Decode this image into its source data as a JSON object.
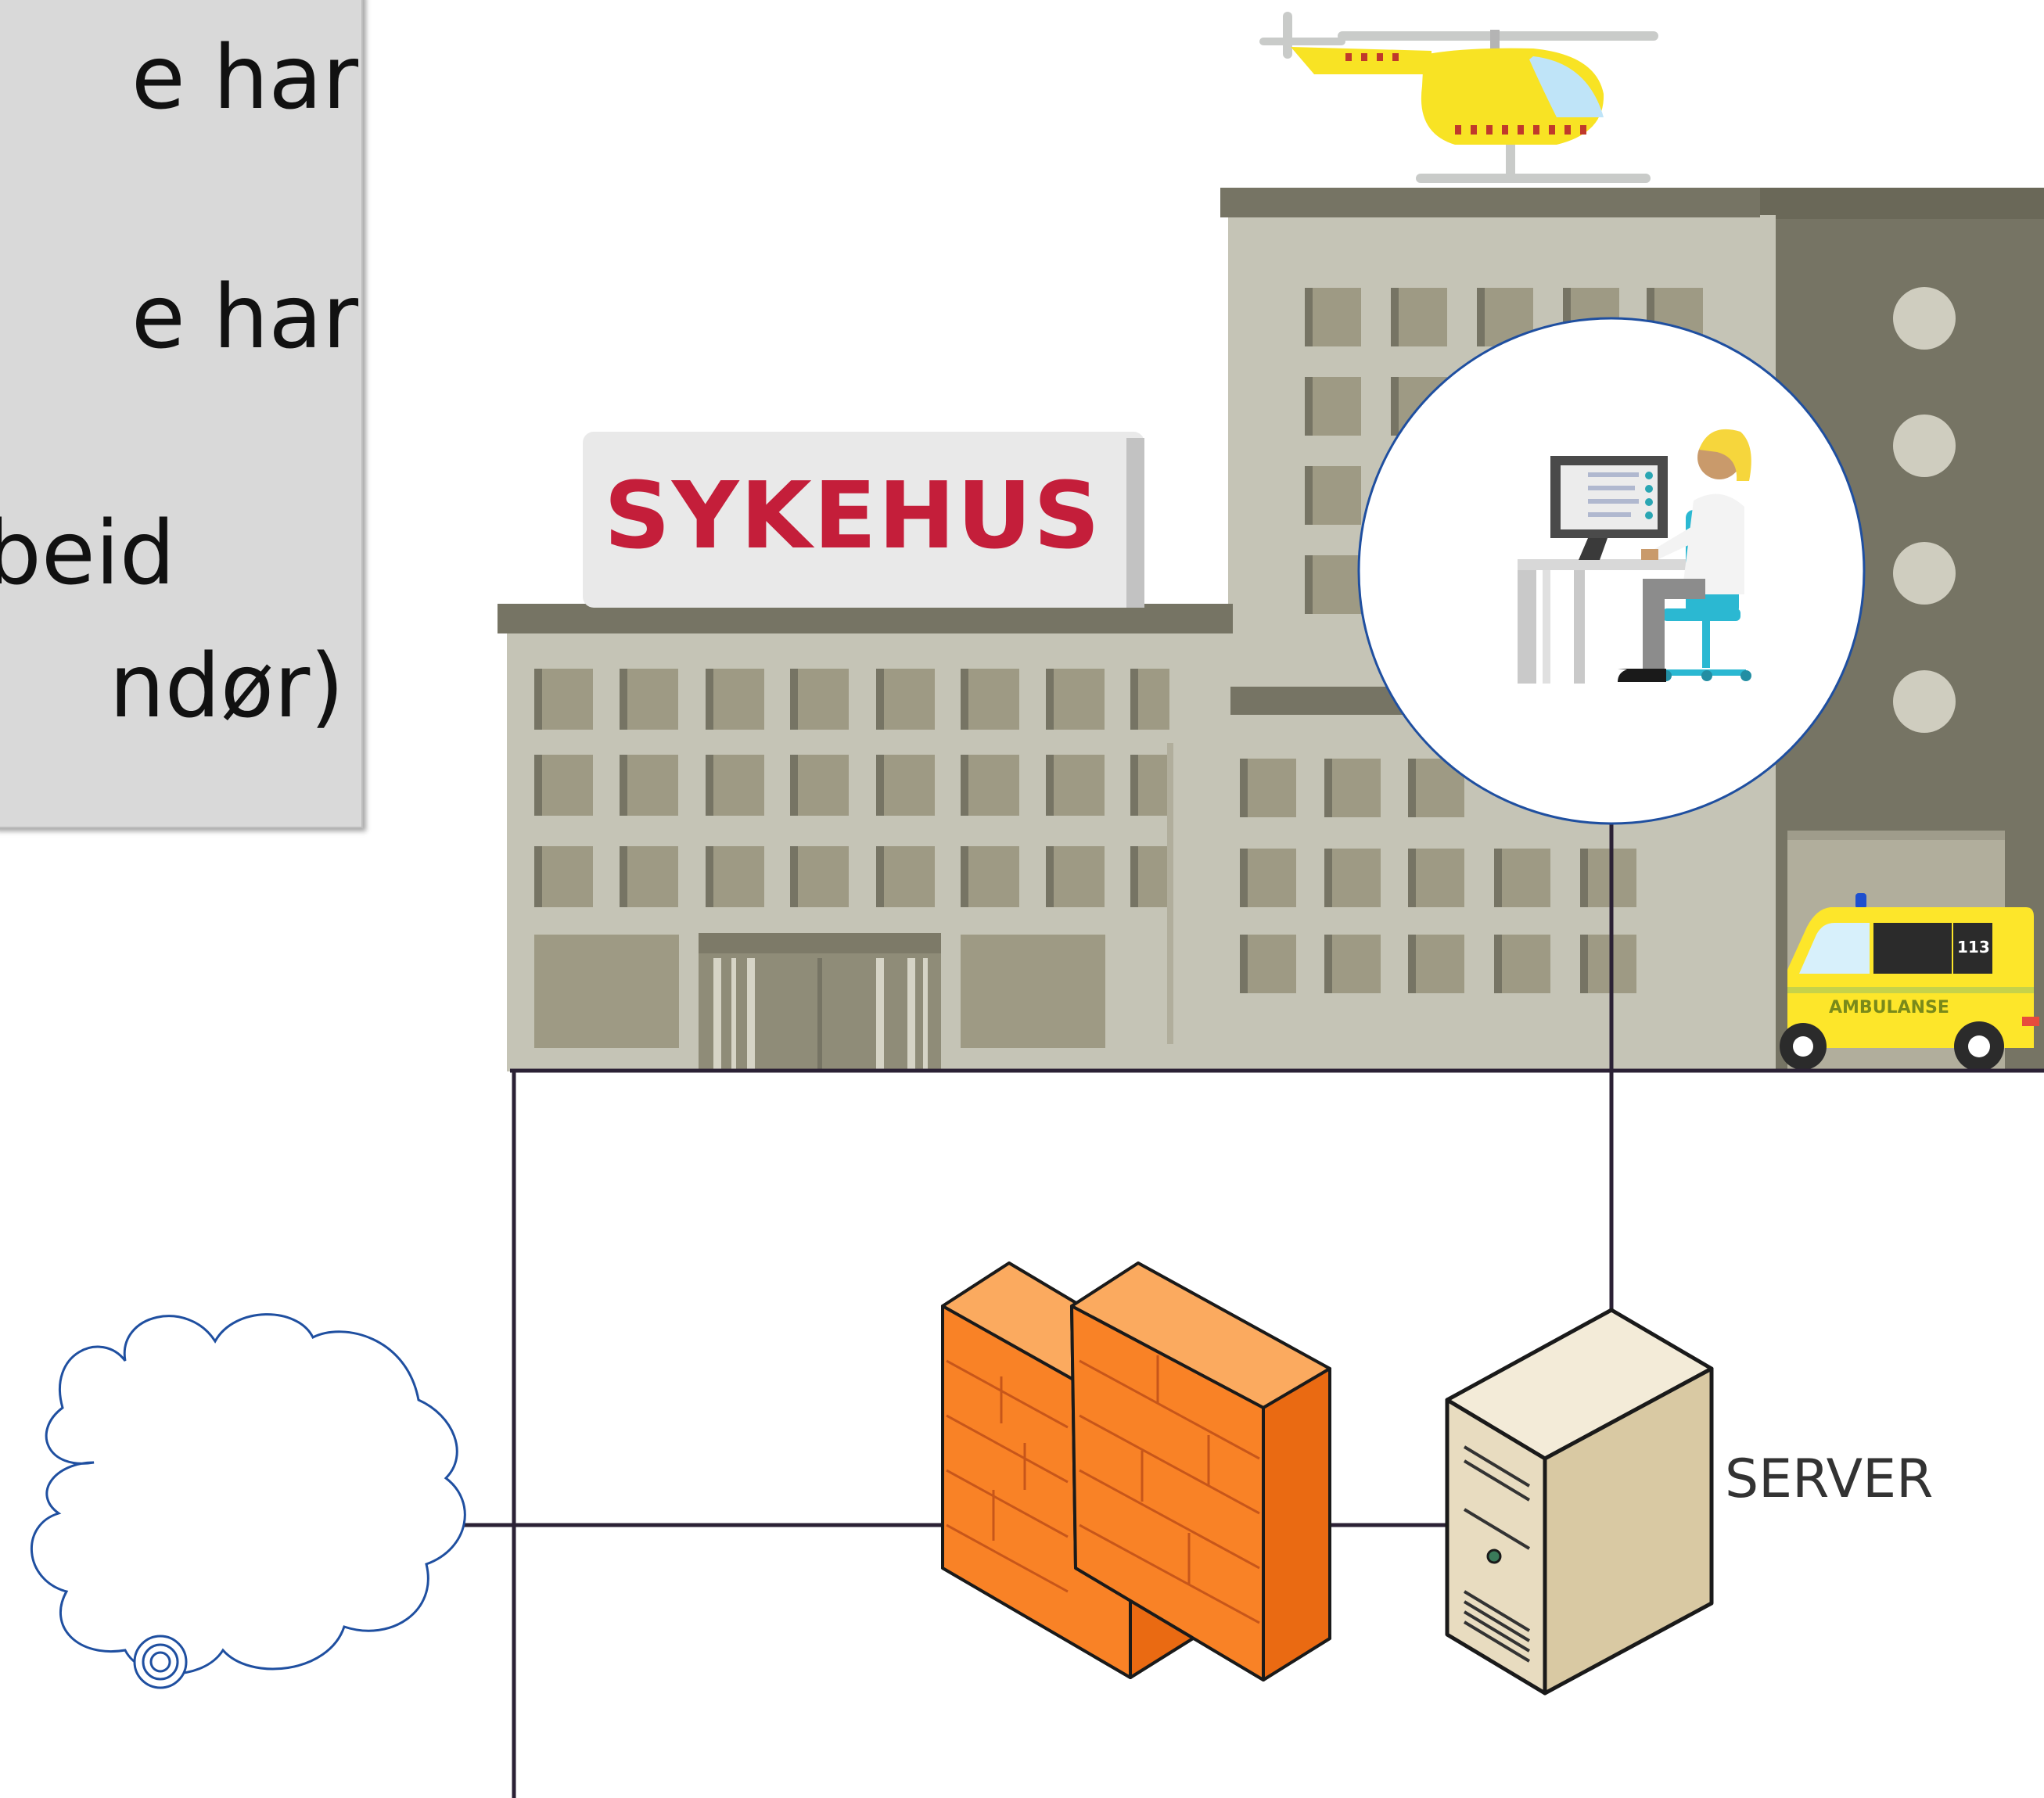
{
  "textbox": {
    "lines": [
      "e  har",
      "e  har",
      "rbeid",
      "ndør)"
    ]
  },
  "building": {
    "sign": "SYKEHUS"
  },
  "ambulance": {
    "label": "AMBULANSE",
    "number": "113"
  },
  "server": {
    "label": "SERVER"
  },
  "colors": {
    "sign_text": "#c41e3a",
    "firewall": "#f98226",
    "building_light": "#c5c4b6",
    "building_dark": "#767464",
    "line": "#2b2135",
    "cloud_stroke": "#1f4fa0",
    "helicopter": "#f8e324",
    "ambulance": "#fde62a"
  },
  "icons": [
    "cloud-icon",
    "firewall-icon",
    "server-icon",
    "helicopter-icon",
    "ambulance-icon",
    "hospital-building-icon",
    "doctor-at-computer-icon"
  ]
}
